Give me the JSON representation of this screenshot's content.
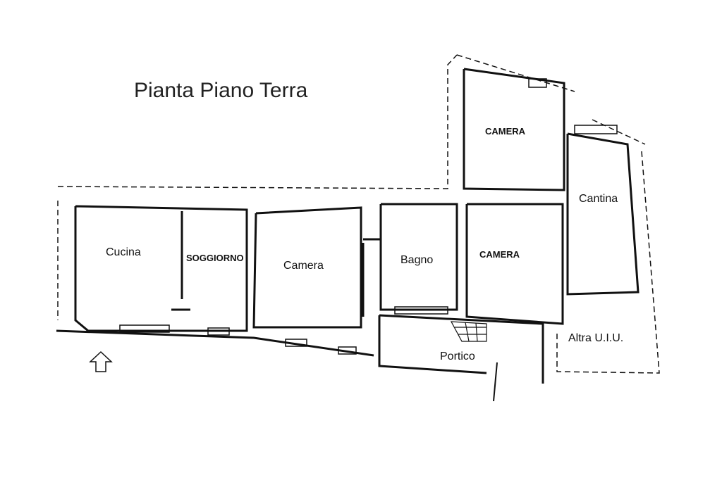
{
  "title": "Pianta Piano Terra",
  "rooms": {
    "cucina": "Cucina",
    "soggiorno": "SOGGIORNO",
    "camera_1": "Camera",
    "bagno": "Bagno",
    "camera_top": "CAMERA",
    "camera_2": "CAMERA",
    "cantina": "Cantina",
    "portico": "Portico",
    "altra": "Altra U.I.U."
  },
  "icons": {
    "entrance": "arrow-up-icon"
  }
}
